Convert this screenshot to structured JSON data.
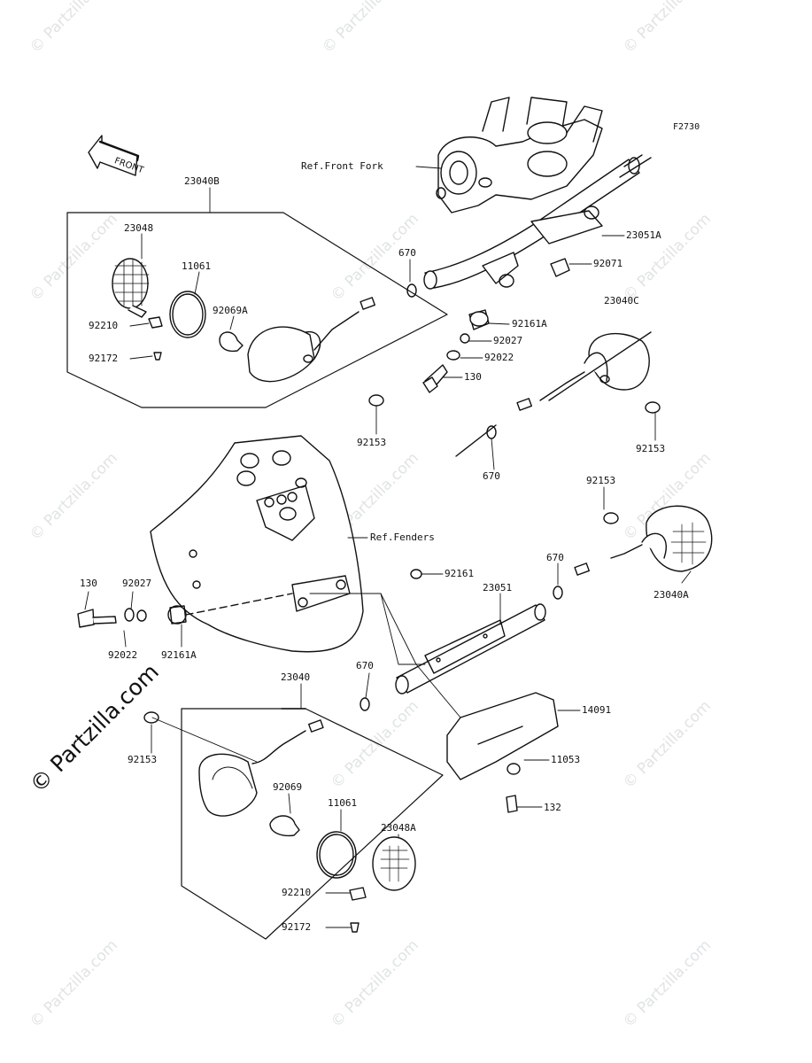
{
  "diagram_code": "F2730",
  "watermark_text": "© Partzilla.com",
  "front_arrow_label": "FRONT",
  "ref_labels": {
    "front_fork": "Ref.Front Fork",
    "fenders": "Ref.Fenders"
  },
  "assemblies": {
    "rear_left": "23040B",
    "front_left": "23040",
    "right_top": "23040C",
    "right_bottom": "23040A"
  },
  "parts": {
    "p23048": "23048",
    "p11061_top": "11061",
    "p92069A": "92069A",
    "p92210_top": "92210",
    "p92172_top": "92172",
    "p92153_top": "92153",
    "p670_top": "670",
    "p23051A": "23051A",
    "p92071": "92071",
    "p92161A_top": "92161A",
    "p92027_top": "92027",
    "p92022_top": "92022",
    "p130_top": "130",
    "p92153_c": "92153",
    "p670_c": "670",
    "p92153_a": "92153",
    "p670_a": "670",
    "p92161": "92161",
    "p23051": "23051",
    "p130_left": "130",
    "p92027_left": "92027",
    "p92022_left": "92022",
    "p92161A_left": "92161A",
    "p670_mid": "670",
    "p14091": "14091",
    "p11053": "11053",
    "p132": "132",
    "p92153_left": "92153",
    "p92069": "92069",
    "p11061_bottom": "11061",
    "p23048A": "23048A",
    "p92210_bottom": "92210",
    "p92172_bottom": "92172"
  }
}
